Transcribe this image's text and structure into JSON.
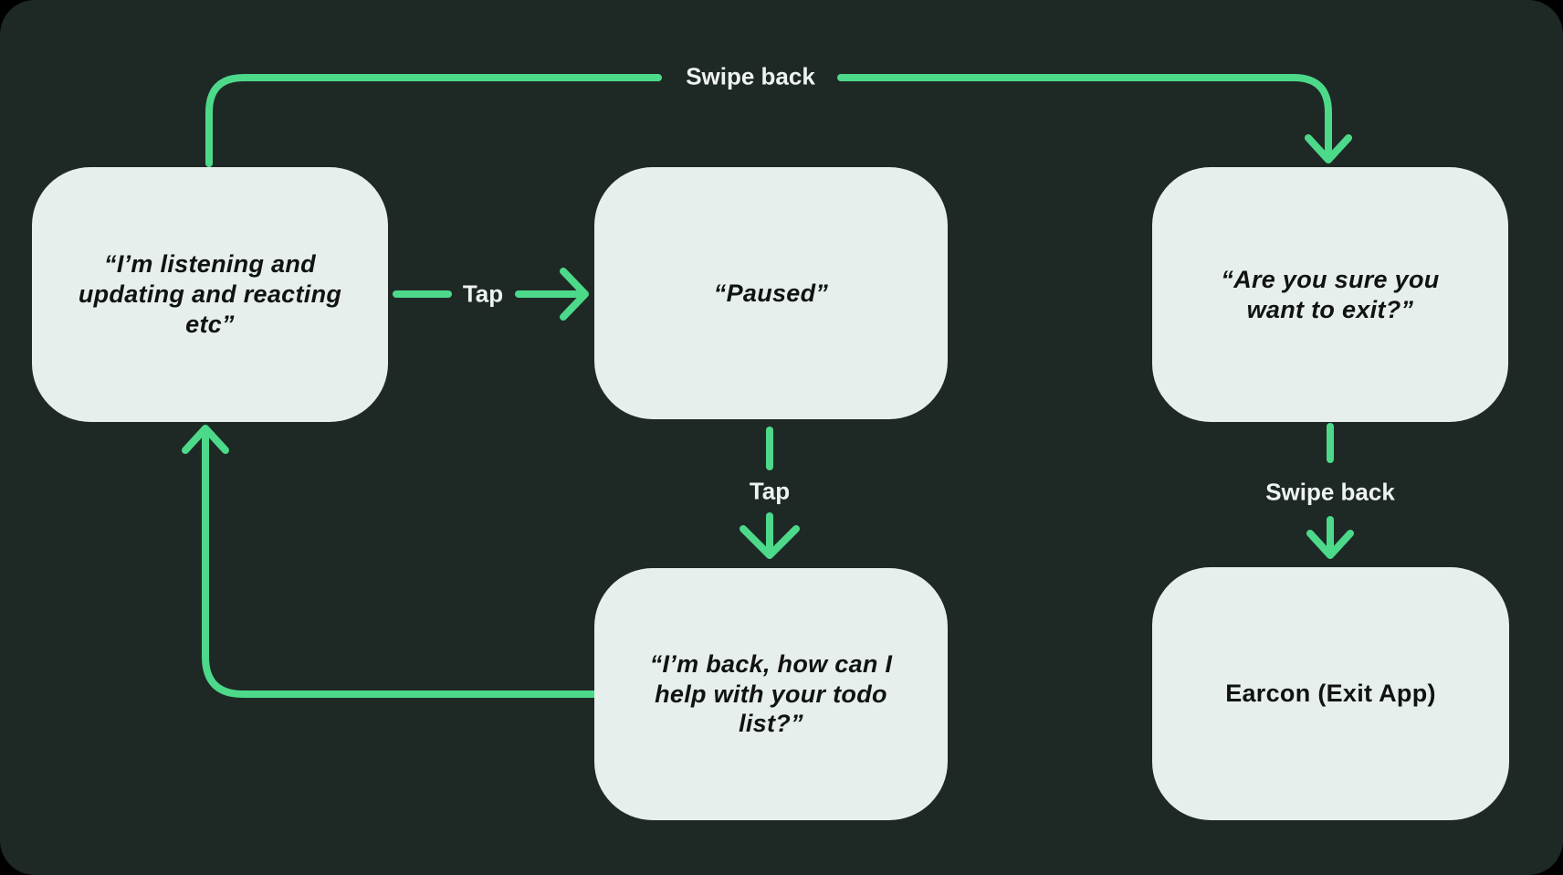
{
  "colors": {
    "background": "#1e2926",
    "canvas_outside": "#000000",
    "node_fill": "#e7efec",
    "node_text": "#101312",
    "accent": "#4dd98a",
    "label_text": "#eef3f0"
  },
  "nodes": {
    "listening": {
      "label": "“I’m listening and\nupdating and reacting\netc”"
    },
    "paused": {
      "label": "“Paused”"
    },
    "exit_confirm": {
      "label": "“Are you sure you\nwant to exit?”"
    },
    "back": {
      "label": "“I’m back, how can I\nhelp with your todo\nlist?”"
    },
    "earcon": {
      "label": "Earcon (Exit App)"
    }
  },
  "edges": {
    "swipe_back_top": {
      "label": "Swipe back"
    },
    "tap_right": {
      "label": "Tap"
    },
    "tap_down": {
      "label": "Tap"
    },
    "swipe_back_right": {
      "label": "Swipe back"
    }
  }
}
